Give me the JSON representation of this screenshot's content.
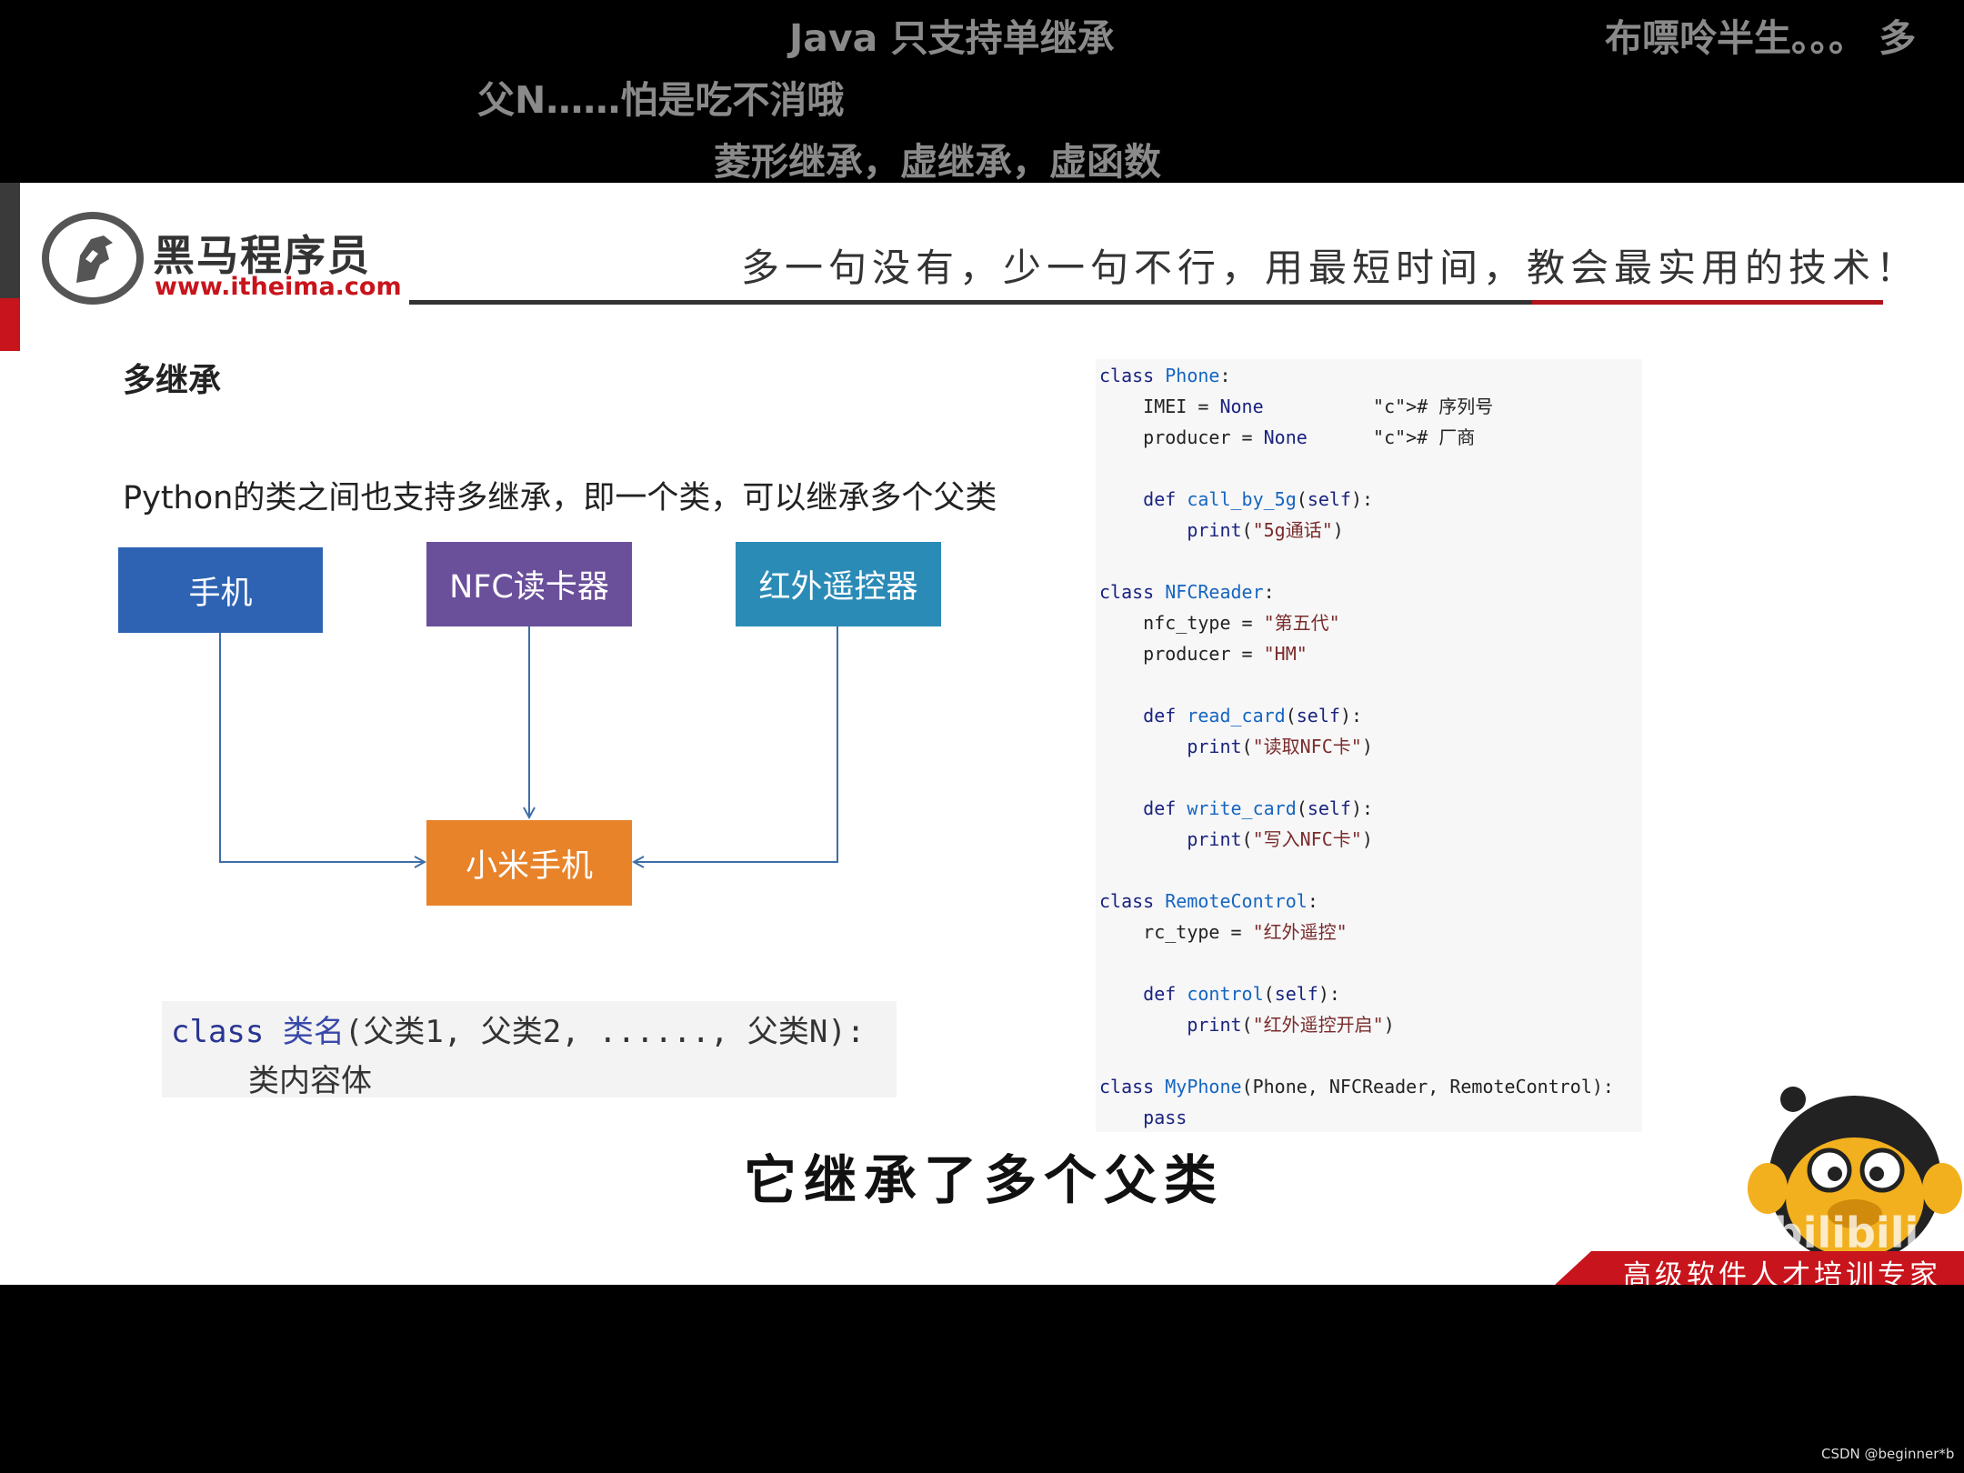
{
  "danmaku": [
    "Java 只支持单继承",
    "布嘌呤半生。。。 多",
    "父N……怕是吃不消哦",
    "菱形继承，虚继承，虚函数"
  ],
  "header": {
    "logo_main": "黑马程序员",
    "logo_url": "www.itheima.com",
    "slogan": "多一句没有，少一句不行，用最短时间，教会最实用的技术！"
  },
  "content": {
    "heading": "多继承",
    "description": "Python的类之间也支持多继承，即一个类，可以继承多个父类"
  },
  "diagram": {
    "parents": [
      "手机",
      "NFC读卡器",
      "红外遥控器"
    ],
    "child": "小米手机",
    "colors": {
      "phone": "#2e63b3",
      "nfc": "#6a4f9a",
      "ir": "#2a8bb7",
      "child": "#e8832a",
      "arrow": "#3d6ea8"
    }
  },
  "syntax": {
    "keyword": "class",
    "classname": "类名",
    "params": "(父类1, 父类2, ......, 父类N):",
    "body": "类内容体"
  },
  "code_lines": [
    "class Phone:",
    "    IMEI = None          # 序列号",
    "    producer = None      # 厂商",
    "",
    "    def call_by_5g(self):",
    "        print(\"5g通话\")",
    "",
    "class NFCReader:",
    "    nfc_type = \"第五代\"",
    "    producer = \"HM\"",
    "",
    "    def read_card(self):",
    "        print(\"读取NFC卡\")",
    "",
    "    def write_card(self):",
    "        print(\"写入NFC卡\")",
    "",
    "class RemoteControl:",
    "    rc_type = \"红外遥控\"",
    "",
    "    def control(self):",
    "        print(\"红外遥控开启\")",
    "",
    "class MyPhone(Phone, NFCReader, RemoteControl):",
    "    pass"
  ],
  "subtitle": "它继承了多个父类",
  "branding": {
    "bili_logo": "bilibili",
    "banner_text": "高级软件人才培训专家"
  },
  "watermark": "CSDN @beginner*b"
}
